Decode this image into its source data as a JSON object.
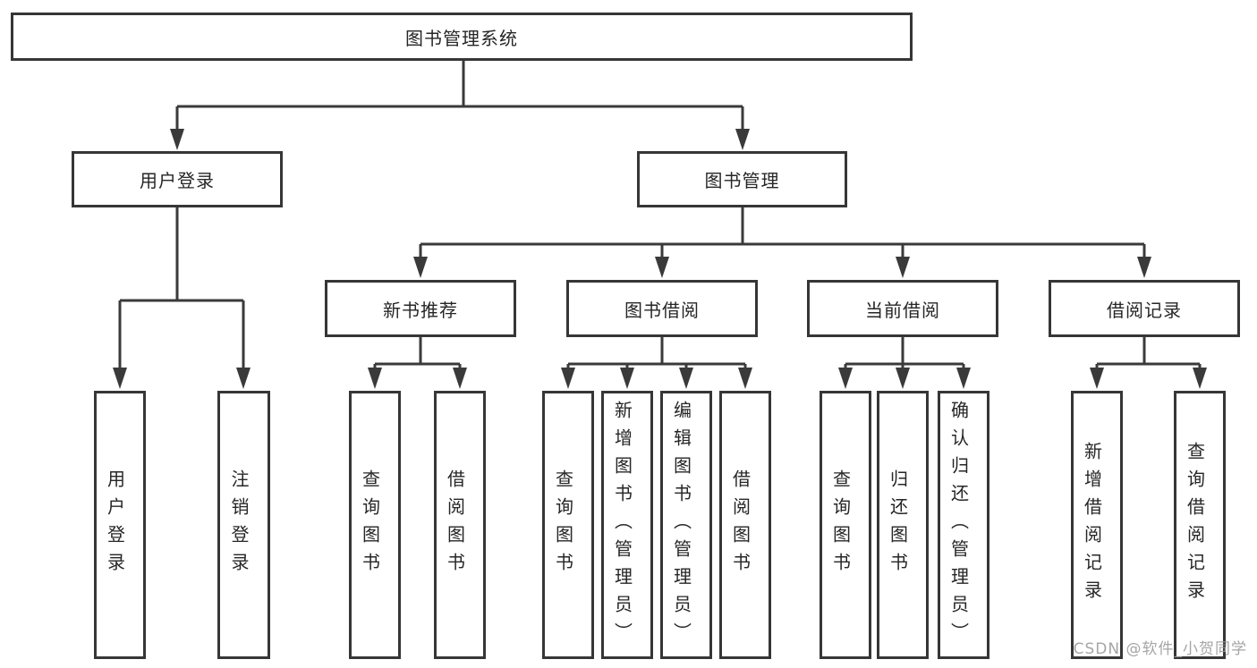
{
  "diagram": {
    "type": "hierarchy-tree",
    "colors": {
      "line": "#3a3a3a",
      "box_border": "#363636",
      "box_fill": "#ffffff",
      "text": "#262626",
      "watermark": "#9c9c9c",
      "background": "#ffffff"
    },
    "root": {
      "label": "图书管理系统"
    },
    "level2": [
      {
        "label": "用户登录"
      },
      {
        "label": "图书管理"
      }
    ],
    "level3": [
      {
        "label": "新书推荐",
        "parent": "图书管理"
      },
      {
        "label": "图书借阅",
        "parent": "图书管理"
      },
      {
        "label": "当前借阅",
        "parent": "图书管理"
      },
      {
        "label": "借阅记录",
        "parent": "图书管理"
      }
    ],
    "leaves": [
      {
        "label": "用户登录",
        "parent": "用户登录"
      },
      {
        "label": "注销登录",
        "parent": "用户登录"
      },
      {
        "label": "查询图书",
        "parent": "新书推荐"
      },
      {
        "label": "借阅图书",
        "parent": "新书推荐"
      },
      {
        "label": "查询图书",
        "parent": "图书借阅"
      },
      {
        "label": "新增图书（管理员）",
        "parent": "图书借阅"
      },
      {
        "label": "编辑图书（管理员）",
        "parent": "图书借阅"
      },
      {
        "label": "借阅图书",
        "parent": "图书借阅"
      },
      {
        "label": "查询图书",
        "parent": "当前借阅"
      },
      {
        "label": "归还图书",
        "parent": "当前借阅"
      },
      {
        "label": "确认归还（管理员）",
        "parent": "当前借阅"
      },
      {
        "label": "新增借阅记录",
        "parent": "借阅记录"
      },
      {
        "label": "查询借阅记录",
        "parent": "借阅记录"
      }
    ],
    "watermark": "CSDN @软件_小贺同学"
  }
}
